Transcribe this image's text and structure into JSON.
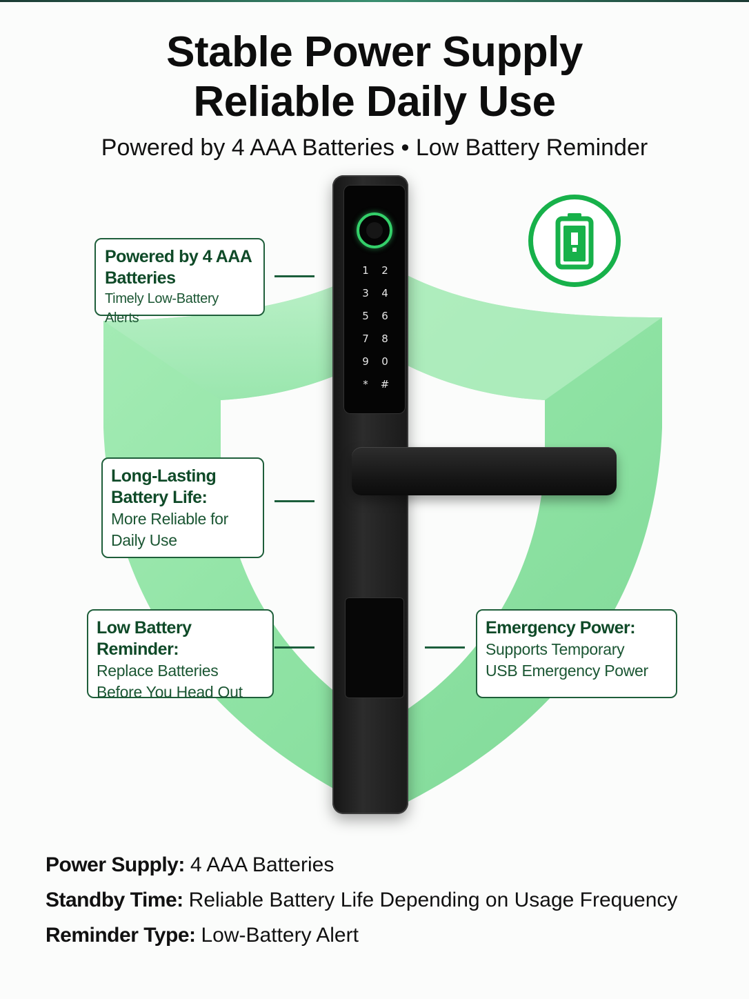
{
  "headline": {
    "line1": "Stable Power Supply",
    "line2": "Reliable Daily Use",
    "subtitle": "Powered by 4 AAA Batteries • Low Battery Reminder"
  },
  "lock": {
    "keypad": [
      "1",
      "2",
      "3",
      "4",
      "5",
      "6",
      "7",
      "8",
      "9",
      "0",
      "*",
      "#"
    ]
  },
  "callouts": [
    {
      "title_line1": "Powered by 4 AAA",
      "title_line2": "Batteries",
      "desc_line1": "Timely Low-Battery Alerts"
    },
    {
      "title_line1": "Long-Lasting",
      "title_line2": "Battery Life:",
      "desc_line1": "More Reliable for",
      "desc_line2": "Daily Use"
    },
    {
      "title_line1": "Low Battery Reminder:",
      "desc_line1": "Replace Batteries",
      "desc_line2": "Before You Head Out"
    },
    {
      "title_line1": "Emergency Power:",
      "desc_line1": "Supports Temporary",
      "desc_line2": "USB Emergency Power"
    }
  ],
  "specs": [
    {
      "label": "Power Supply:",
      "value": "4 AAA Batteries"
    },
    {
      "label": "Standby Time:",
      "value": "Reliable Battery Life Depending on Usage Frequency"
    },
    {
      "label": "Reminder Type:",
      "value": "Low-Battery Alert"
    }
  ],
  "colors": {
    "accent_green": "#17b14a",
    "shield_green": "#8fe3a4",
    "callout_border": "#1e5e3a",
    "callout_text": "#0f4a28",
    "lock_body": "#1a1a1a",
    "fingerprint_ring": "#34d06a"
  },
  "icons": {
    "badge": "battery-icon",
    "shield": "shield-icon",
    "sensor": "fingerprint-icon"
  }
}
